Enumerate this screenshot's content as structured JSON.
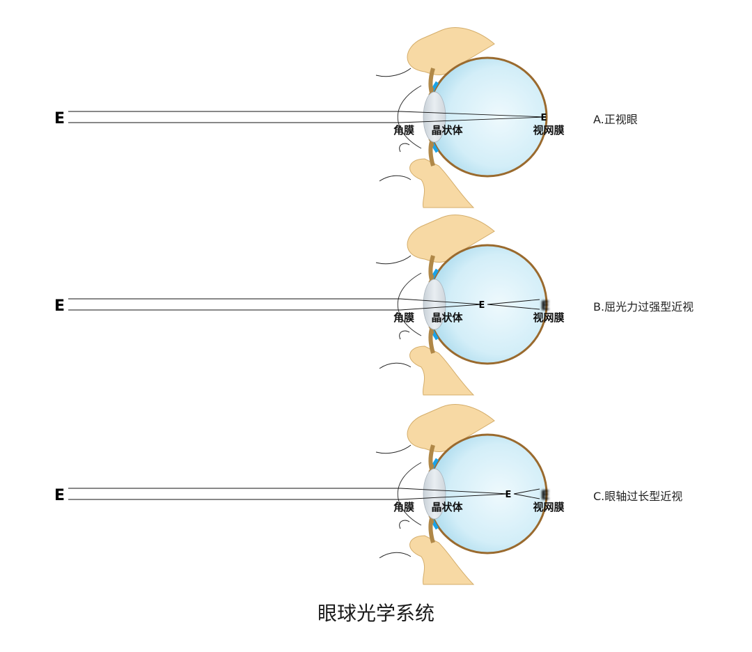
{
  "title": "眼球光学系统",
  "object_symbol": "E",
  "panels": [
    {
      "caption": "A.正视眼",
      "cornea_label": "角膜",
      "lens_label": "晶状体",
      "retina_label": "视网膜",
      "focus": "retina",
      "blurred_retina_image": false
    },
    {
      "caption": "B.屈光力过强型近视",
      "cornea_label": "角膜",
      "lens_label": "晶状体",
      "retina_label": "视网膜",
      "focus": "in_front_of_retina",
      "blurred_retina_image": true
    },
    {
      "caption": "C.眼轴过长型近视",
      "cornea_label": "角膜",
      "lens_label": "晶状体",
      "retina_label": "视网膜",
      "focus": "slightly_in_front_of_retina",
      "blurred_retina_image": true
    }
  ],
  "colors": {
    "skin": "#f7d9a4",
    "sclera_outline": "#9a6a2e",
    "iris": "#b08848",
    "cornea_blue": "#1aa3e8",
    "vitreous_light": "#e6f5fb",
    "vitreous_dark": "#bfe5f4",
    "lens": "#d6dde4"
  }
}
